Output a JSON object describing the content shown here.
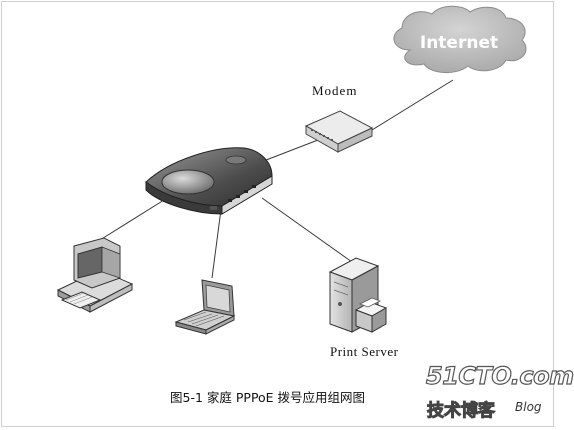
{
  "cloud": {
    "label": "Internet"
  },
  "devices": {
    "modem_label": "Modem",
    "server_label": "Print Server"
  },
  "caption": "图5-1  家庭 PPPoE 拨号应用组网图",
  "watermark": {
    "brand": "51CTO.com",
    "sub": "技术博客",
    "blog": "Blog"
  },
  "colors": {
    "background": "#ffffff",
    "cloud": "#bdbdbd",
    "lines": "#3a3a3a",
    "router_body": "#555555"
  }
}
